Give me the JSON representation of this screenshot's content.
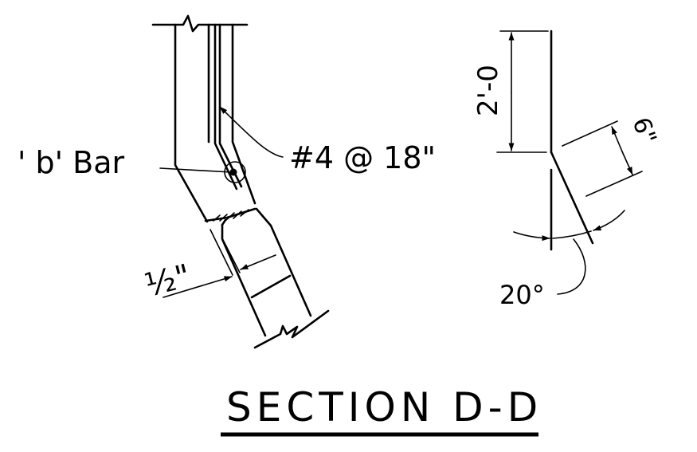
{
  "labels": {
    "b_bar": "' b' Bar",
    "rebar_spacing": "#4 @ 18\"",
    "dim_half_inch": "½\"",
    "dim_2ft": "2'-0",
    "dim_6in": "6\"",
    "angle": "20°",
    "section_title": "SECTION D-D"
  },
  "colors": {
    "ink": "#000000",
    "background": "#ffffff"
  }
}
